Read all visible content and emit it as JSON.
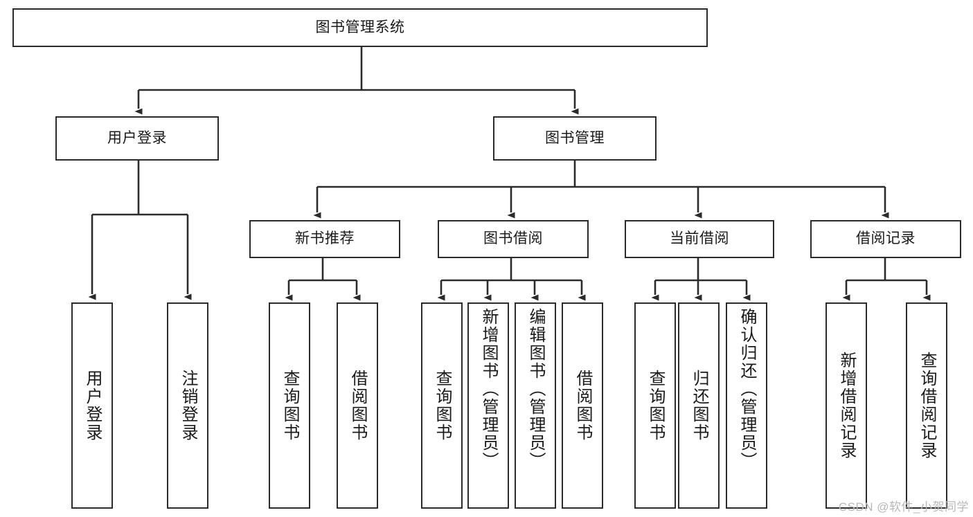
{
  "diagram": {
    "title": "图书管理系统",
    "type": "tree-hierarchy",
    "colors": {
      "box_border": "#2b2b2b",
      "box_fill": "#ffffff",
      "edge": "#2b2b2b",
      "text": "#1a1a1a",
      "watermark": "#b8b8b8"
    }
  },
  "root": {
    "label": "图书管理系统"
  },
  "level2": [
    {
      "label": "用户登录"
    },
    {
      "label": "图书管理"
    }
  ],
  "level3": [
    {
      "label": "新书推荐"
    },
    {
      "label": "图书借阅"
    },
    {
      "label": "当前借阅"
    },
    {
      "label": "借阅记录"
    }
  ],
  "leaves": {
    "user_login": [
      {
        "label": "用户登录"
      },
      {
        "label": "注销登录"
      }
    ],
    "new_book_recommend": [
      {
        "label": "查询图书"
      },
      {
        "label": "借阅图书"
      }
    ],
    "book_borrow": [
      {
        "label": "查询图书"
      },
      {
        "label": "新增图书（管理员）"
      },
      {
        "label": "编辑图书（管理员）"
      },
      {
        "label": "借阅图书"
      }
    ],
    "current_borrow": [
      {
        "label": "查询图书"
      },
      {
        "label": "归还图书"
      },
      {
        "label": "确认归还（管理员）"
      }
    ],
    "borrow_record": [
      {
        "label": "新增借阅记录"
      },
      {
        "label": "查询借阅记录"
      }
    ]
  },
  "watermark": {
    "text": "CSDN @软件_小贺同学"
  }
}
